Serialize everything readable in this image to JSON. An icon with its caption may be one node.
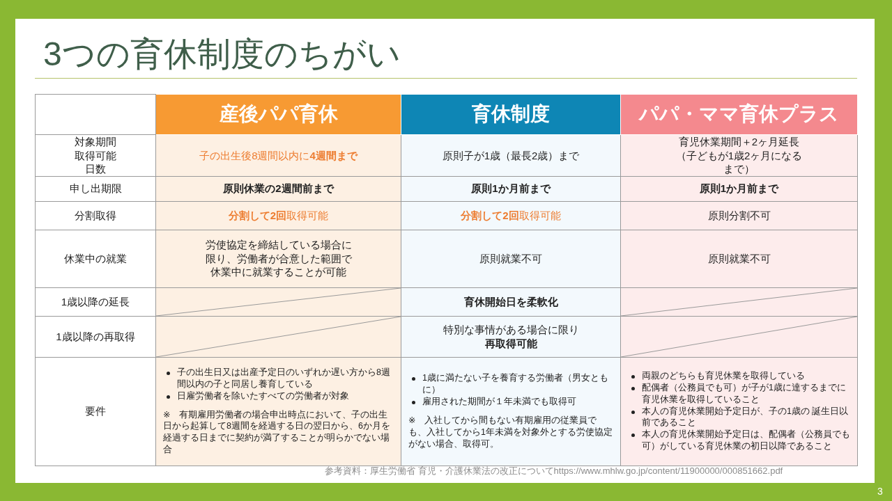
{
  "diagram": {
    "title": "3つの育休制度のちがい",
    "labels": [
      "産後パパ育休",
      "育休制度",
      "パパ・ママ育休プラス",
      "対象期間取得可能日数",
      "子の出生後8週間以内に**4週間まで**",
      "原則子が1歳（最長2歳）まで",
      "育児休業期間＋2ヶ月延長（子どもが1歳2ヶ月になるまで）",
      "申し出期限",
      "原則休業の2週間前まで",
      "原則1か月前まで",
      "原則1か月前まで",
      "分割取得",
      "**分割して2回**取得可能",
      "**分割して2回**取得可能",
      "原則分割不可",
      "休業中の就業",
      "労使協定を締結している場合に限り、労働者が合意した範囲で休業中に就業することが可能",
      "原則就業不可",
      "原則就業不可",
      "1歳以降の延長",
      "育休開始日を柔軟化",
      "1歳以降の再取得",
      "特別な事情がある場合に限り**再取得可能**",
      "要件",
      "子の出生日又は出産予定日のいずれか遅い方から8週間以内の子と同居し養育している",
      "日雇労働者を除いたすべての労働者が対象",
      "※　有期雇用労働者の場合申出時点において、子の出生日から起算して8週間を経過する日の翌日から、6か月を経過する日までに契約が満了することが明らかでない場合",
      "1歳に満たない子を養育する労働者（男女ともに）",
      "雇用された期間が１年未満でも取得可",
      "※　入社してから間もない有期雇用の従業員でも、入社してから1年未満を対象外とする労使協定がない場合、取得可。",
      "両親のどちらも育児休業を取得している",
      "配偶者（公務員でも可）が子が1歳に達するまでに育児休業を取得していること",
      "本人の育児休業開始予定日が、子の1歳の 誕生日以前であること",
      "本人の育児休業開始予定日は、配偶者（公務員でも可）がしている育児休業の初日以降であること",
      "参考資料：厚生労働省 育児・介護休業法の改正についてhttps://www.mhlw.go.jp/content/11900000/000851662.pdf",
      "3"
    ]
  }
}
